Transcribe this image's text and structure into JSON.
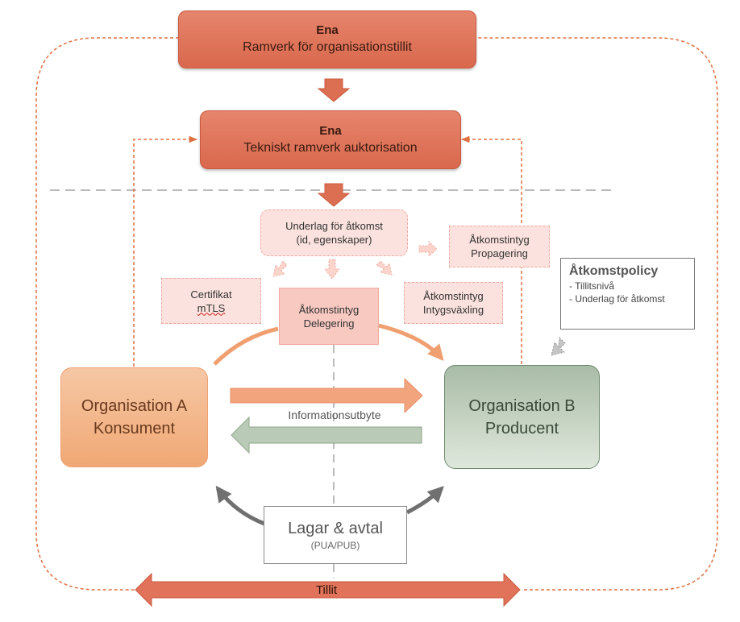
{
  "top_box": {
    "line1": "Ena",
    "line2": "Ramverk för organisationstillit"
  },
  "tech_box": {
    "line1": "Ena",
    "line2": "Tekniskt ramverk auktorisation"
  },
  "underlag": {
    "line1": "Underlag för åtkomst",
    "line2": "(id, egenskaper)"
  },
  "propagering": {
    "line1": "Åtkomstintyg",
    "line2": "Propagering"
  },
  "certifikat": {
    "line1": "Certifikat",
    "line2": "mTLS"
  },
  "delegering": {
    "line1": "Åtkomstintyg",
    "line2": "Delegering"
  },
  "intygsvaxling": {
    "line1": "Åtkomstintyg",
    "line2": "Intygsväxling"
  },
  "policy": {
    "title": "Åtkomstpolicy",
    "items": [
      "- Tillitsnivå",
      "- Underlag för åtkomst"
    ]
  },
  "org_a": {
    "line1": "Organisation A",
    "line2": "Konsument"
  },
  "org_b": {
    "line1": "Organisation B",
    "line2": "Producent"
  },
  "info_label": "Informationsutbyte",
  "lagar": {
    "line1": "Lagar & avtal",
    "line2": "(PUA/PUB)"
  },
  "tillit_label": "Tillit",
  "colors": {
    "header_fill": "#d9684d",
    "pink_fill": "#fbe2de",
    "orange_arrow": "#f0a070",
    "green_arrow": "#b9cbb6",
    "gray_arrow": "#707070",
    "dashed_orange": "#e07040"
  }
}
